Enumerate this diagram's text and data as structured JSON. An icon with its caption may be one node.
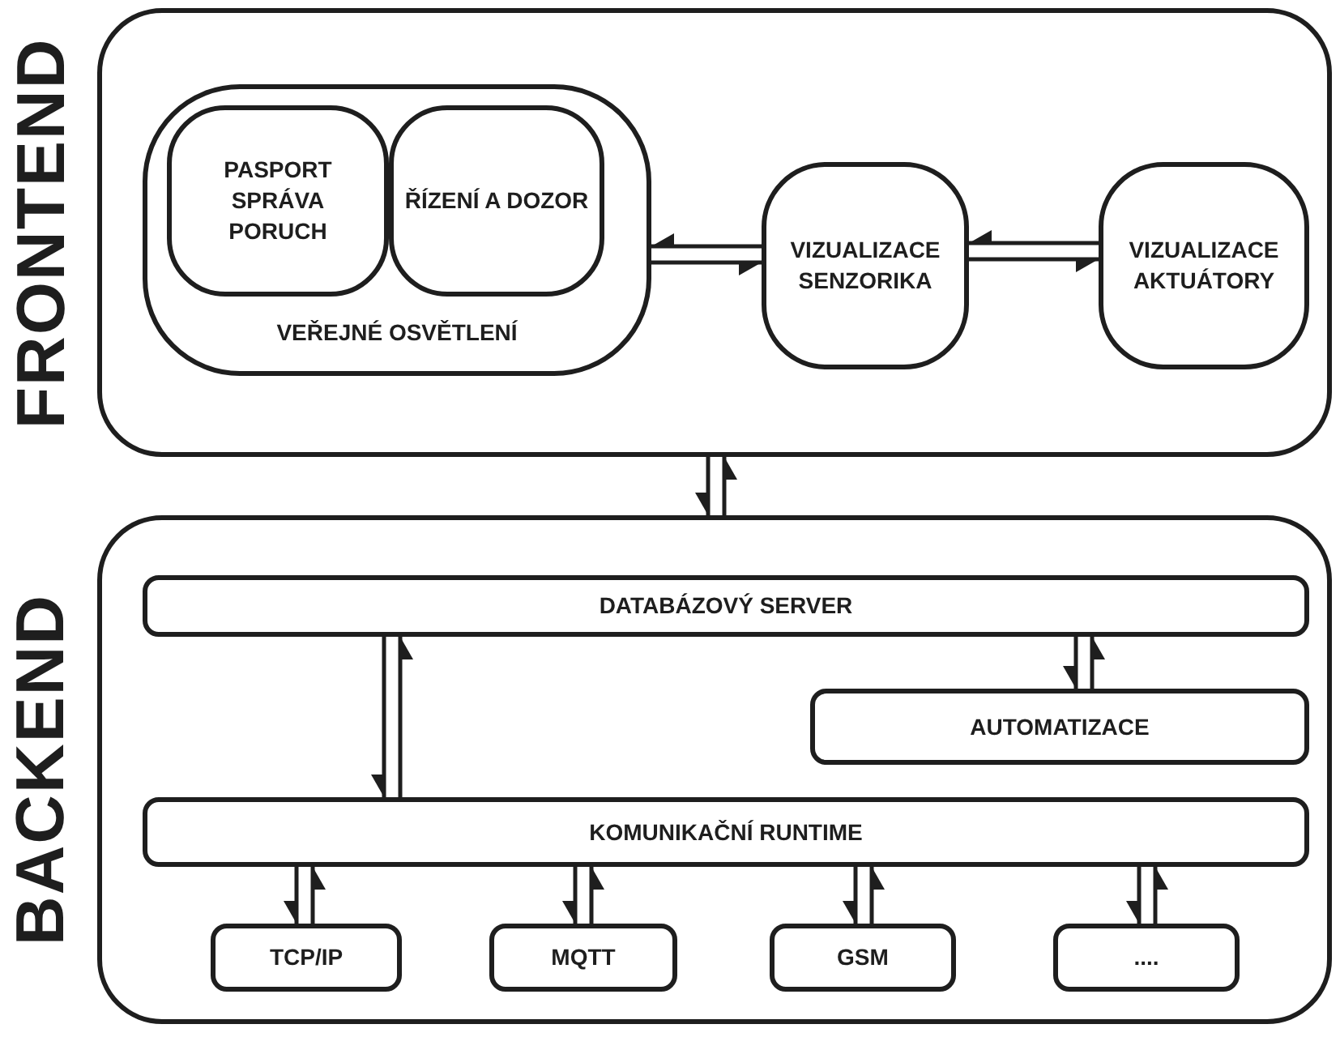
{
  "diagram": {
    "nodes": [
      {
        "text": [
          "FRONTEND"
        ]
      },
      {
        "text": [
          "VEŘEJNÉ OSVĚTLENÍ"
        ],
        "in": 0
      },
      {
        "text": [
          "PASPORT SPRÁVA PORUCH"
        ],
        "in": 1
      },
      {
        "text": [
          "ŘÍZENÍ A DOZOR"
        ],
        "in": 1
      },
      {
        "text": [
          "VIZUALIZACE SENZORIKA"
        ],
        "in": 0
      },
      {
        "text": [
          "VIZUALIZACE AKTUÁTORY"
        ],
        "in": 0
      },
      {
        "text": [
          "BACKEND"
        ]
      },
      {
        "text": [
          "DATABÁZOVÝ SERVER"
        ],
        "in": 6
      },
      {
        "text": [
          "AUTOMATIZACE"
        ],
        "in": 6
      },
      {
        "text": [
          "KOMUNIKAČNÍ RUNTIME"
        ],
        "in": 6
      },
      {
        "text": [
          "TCP/IP"
        ],
        "in": 6
      },
      {
        "text": [
          "MQTT"
        ],
        "in": 6
      },
      {
        "text": [
          "GSM"
        ],
        "in": 6
      },
      {
        "text": [
          "...."
        ],
        "in": 6
      }
    ],
    "edges": [
      {
        "from": 4,
        "to": 1,
        "arrow": "to"
      },
      {
        "from": 1,
        "to": 4,
        "arrow": "to"
      },
      {
        "from": 5,
        "to": 4,
        "arrow": "to"
      },
      {
        "from": 4,
        "to": 5,
        "arrow": "to"
      },
      {
        "from": 0,
        "to": 6,
        "arrow": "to"
      },
      {
        "from": 6,
        "to": 0,
        "arrow": "to"
      },
      {
        "from": 7,
        "to": 9,
        "arrow": "to"
      },
      {
        "from": 9,
        "to": 7,
        "arrow": "to"
      },
      {
        "from": 7,
        "to": 8,
        "arrow": "to"
      },
      {
        "from": 8,
        "to": 7,
        "arrow": "to"
      },
      {
        "from": 9,
        "to": 10,
        "arrow": "to"
      },
      {
        "from": 10,
        "to": 9,
        "arrow": "to"
      },
      {
        "from": 9,
        "to": 11,
        "arrow": "to"
      },
      {
        "from": 11,
        "to": 9,
        "arrow": "to"
      },
      {
        "from": 9,
        "to": 12,
        "arrow": "to"
      },
      {
        "from": 12,
        "to": 9,
        "arrow": "to"
      },
      {
        "from": 9,
        "to": 13,
        "arrow": "to"
      },
      {
        "from": 13,
        "to": 9,
        "arrow": "to"
      }
    ]
  }
}
